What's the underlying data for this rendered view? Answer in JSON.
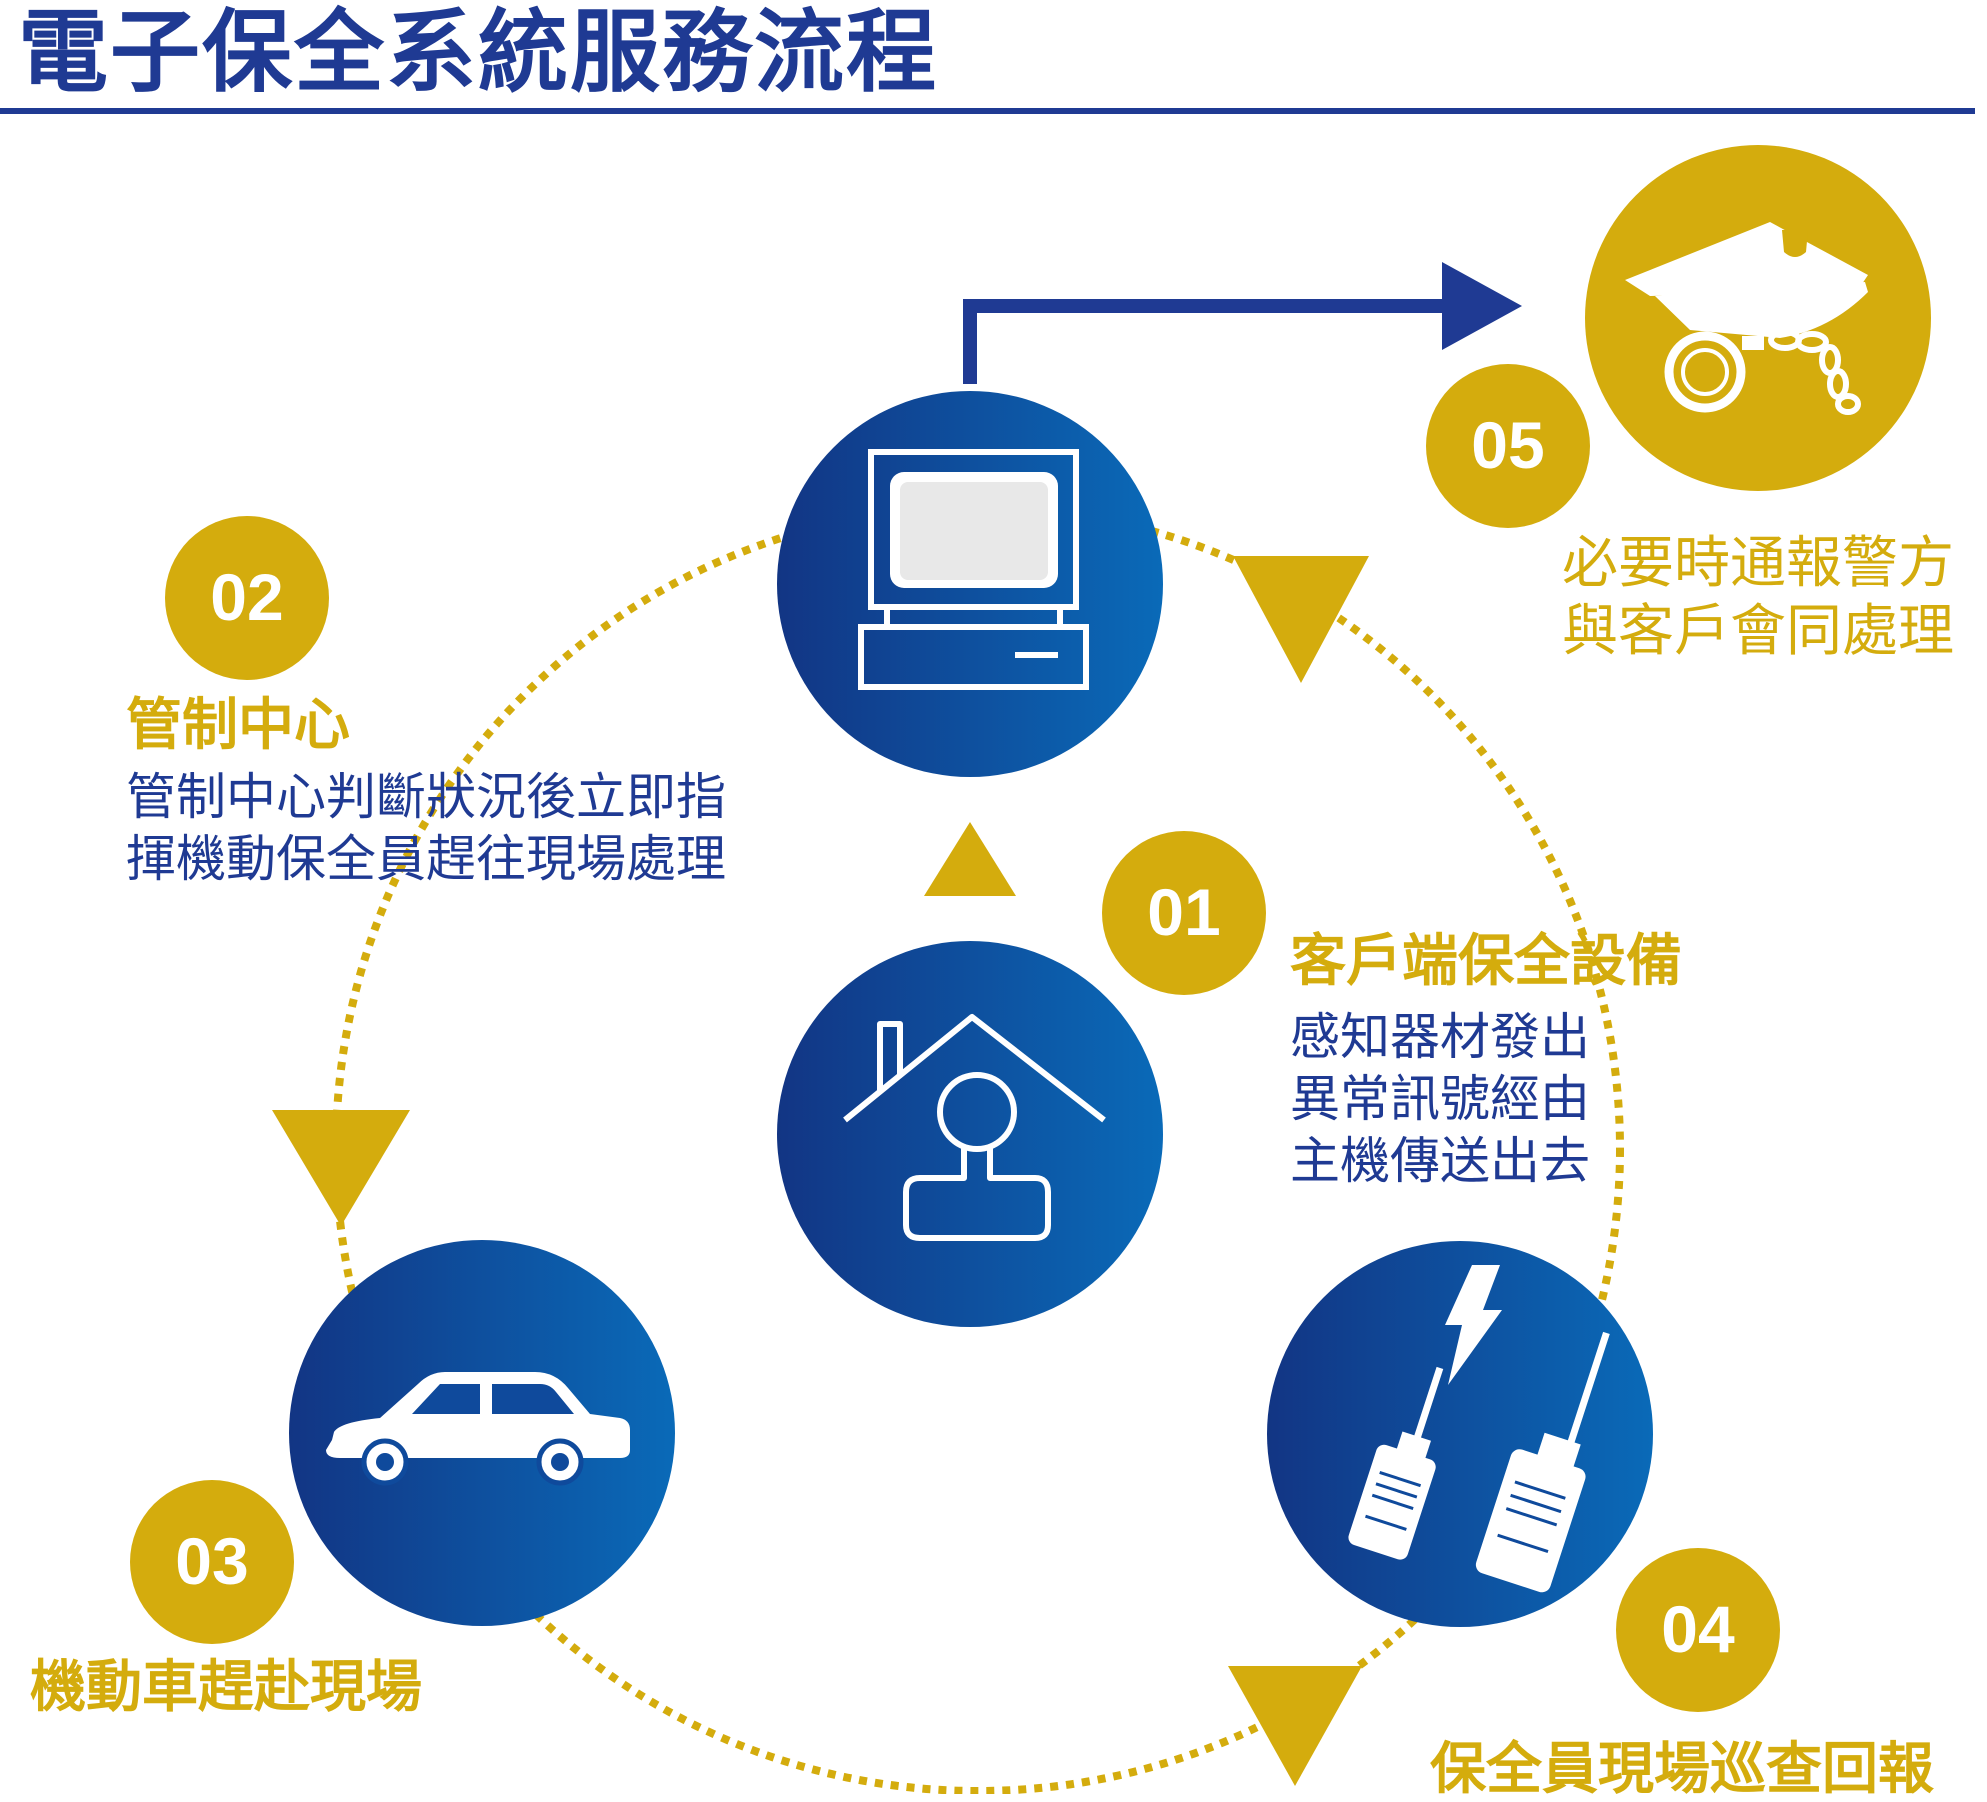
{
  "title": "電子保全系統服務流程",
  "colors": {
    "blue": "#1f3a93",
    "gold": "#d4ac0d"
  },
  "steps": [
    {
      "number": "01",
      "heading": "客戶端保全設備",
      "lines": [
        "感知器材發出",
        "異常訊號經由",
        "主機傳送出去"
      ],
      "icon": "house-person-icon"
    },
    {
      "number": "02",
      "heading": "管制中心",
      "lines": [
        "管制中心判斷狀況後立即指",
        "揮機動保全員趕往現場處理"
      ],
      "icon": "computer-icon"
    },
    {
      "number": "03",
      "heading": "機動車趕赴現場",
      "lines": [],
      "icon": "car-icon"
    },
    {
      "number": "04",
      "heading": "保全員現場巡查回報",
      "lines": [],
      "icon": "walkie-talkie-icon"
    },
    {
      "number": "05",
      "heading": "",
      "lines": [
        "必要時通報警方",
        "與客戶會同處理"
      ],
      "icon": "police-handcuffs-icon"
    }
  ]
}
